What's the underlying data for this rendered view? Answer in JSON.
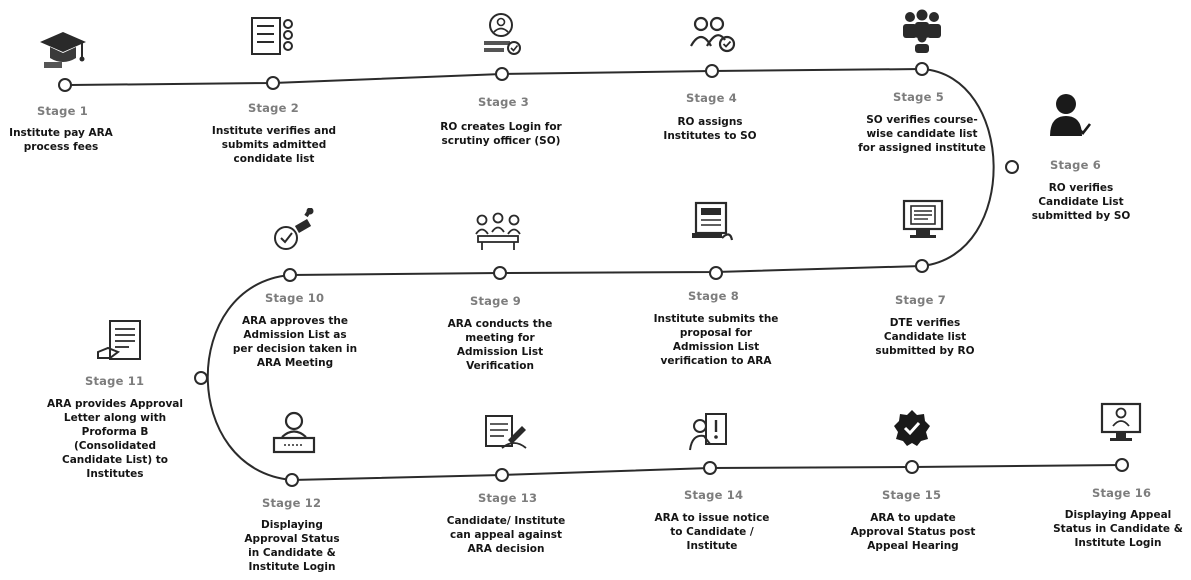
{
  "stages": [
    {
      "title": "Stage 1",
      "desc": "Institute pay ARA process fees",
      "icon": "graduation-cap-icon"
    },
    {
      "title": "Stage 2",
      "desc": "Institute verifies and submits admitted condidate list",
      "icon": "checklist-icon"
    },
    {
      "title": "Stage 3",
      "desc": "RO creates Login for scrutiny officer (SO)",
      "icon": "user-login-icon"
    },
    {
      "title": "Stage 4",
      "desc": "RO assigns Institutes to SO",
      "icon": "user-group-check-icon"
    },
    {
      "title": "Stage 5",
      "desc": "SO verifies course-wise candidate list for assigned institute",
      "icon": "team-icon"
    },
    {
      "title": "Stage 6",
      "desc": "RO verifies Candidate List submitted by SO",
      "icon": "user-check-icon"
    },
    {
      "title": "Stage 7",
      "desc": "DTE verifies Candidate list submitted by RO",
      "icon": "monitor-document-icon"
    },
    {
      "title": "Stage 8",
      "desc": "Institute submits the proposal for Admission List verification to ARA",
      "icon": "document-submit-icon"
    },
    {
      "title": "Stage 9",
      "desc": "ARA conducts the meeting for Admission List Verification",
      "icon": "meeting-icon"
    },
    {
      "title": "Stage 10",
      "desc": "ARA approves the Admission List as per decision taken in ARA Meeting",
      "icon": "approval-stamp-icon"
    },
    {
      "title": "Stage 11",
      "desc": "ARA provides Approval Letter along with Proforma B (Consolidated Candidate List) to Institutes",
      "icon": "approval-letter-icon"
    },
    {
      "title": "Stage 12",
      "desc": "Displaying Approval Status in Candidate & Institute Login",
      "icon": "status-display-icon"
    },
    {
      "title": "Stage 13",
      "desc": "Candidate/ Institute can appeal against ARA decision",
      "icon": "appeal-icon"
    },
    {
      "title": "Stage 14",
      "desc": "ARA to issue notice to Candidate / Institute",
      "icon": "notice-icon"
    },
    {
      "title": "Stage 15",
      "desc": "ARA to update Approval Status post Appeal Hearing",
      "icon": "verified-badge-icon"
    },
    {
      "title": "Stage 16",
      "desc": "Displaying Appeal Status in Candidate & Institute Login",
      "icon": "computer-user-icon"
    }
  ]
}
